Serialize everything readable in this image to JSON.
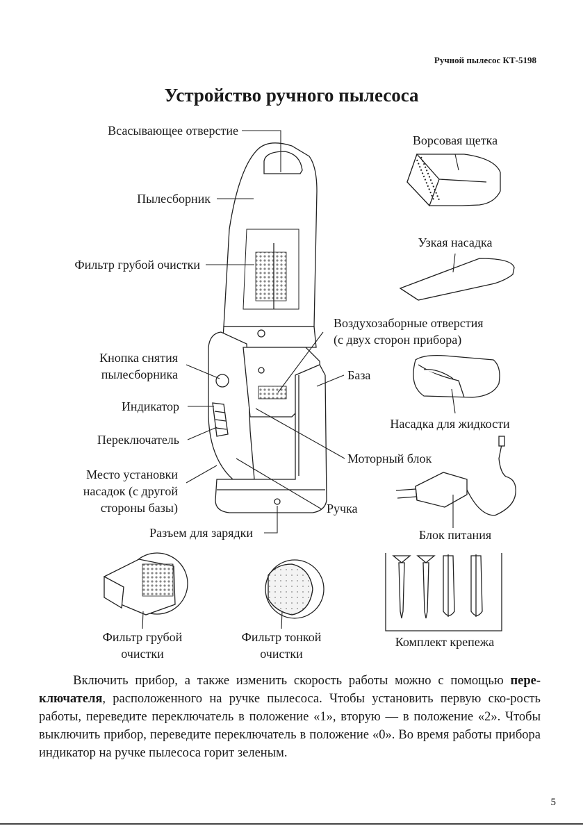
{
  "header": {
    "product": "Ручной пылесос КТ-5198"
  },
  "title": "Устройство ручного пылесоса",
  "labels": {
    "intake": "Всасывающее отверстие",
    "dust_container": "Пылесборник",
    "coarse_filter": "Фильтр грубой очистки",
    "release_button_1": "Кнопка снятия",
    "release_button_2": "пылесборника",
    "indicator": "Индикатор",
    "switch": "Переключатель",
    "attachment_place_1": "Место установки",
    "attachment_place_2": "насадок (с другой",
    "attachment_place_3": "стороны базы)",
    "charge_socket": "Разъем для зарядки",
    "bristle_brush": "Ворсовая щетка",
    "crevice_tool": "Узкая насадка",
    "air_intake_1": "Воздухозаборные отверстия",
    "air_intake_2": "(с двух сторон прибора)",
    "base": "База",
    "liquid_nozzle": "Насадка для жидкости",
    "motor_unit": "Моторный блок",
    "handle": "Ручка",
    "power_adapter": "Блок питания",
    "coarse_filter_caption_1": "Фильтр грубой",
    "coarse_filter_caption_2": "очистки",
    "fine_filter_caption_1": "Фильтр тонкой",
    "fine_filter_caption_2": "очистки",
    "fasteners": "Комплект крепежа"
  },
  "body": {
    "p1": "Включить прибор, а также изменить скорость работы можно с помощью ",
    "p1_bold": "пере-ключателя",
    "p2": ", расположенного на ручке пылесоса. Чтобы установить первую ско-рость работы, переведите переключатель в положение «1», вторую — в положение «2». Чтобы выключить прибор, переведите переключатель в положение «0». Во время работы прибора индикатор на ручке пылесоса горит зеленым."
  },
  "page_number": "5"
}
